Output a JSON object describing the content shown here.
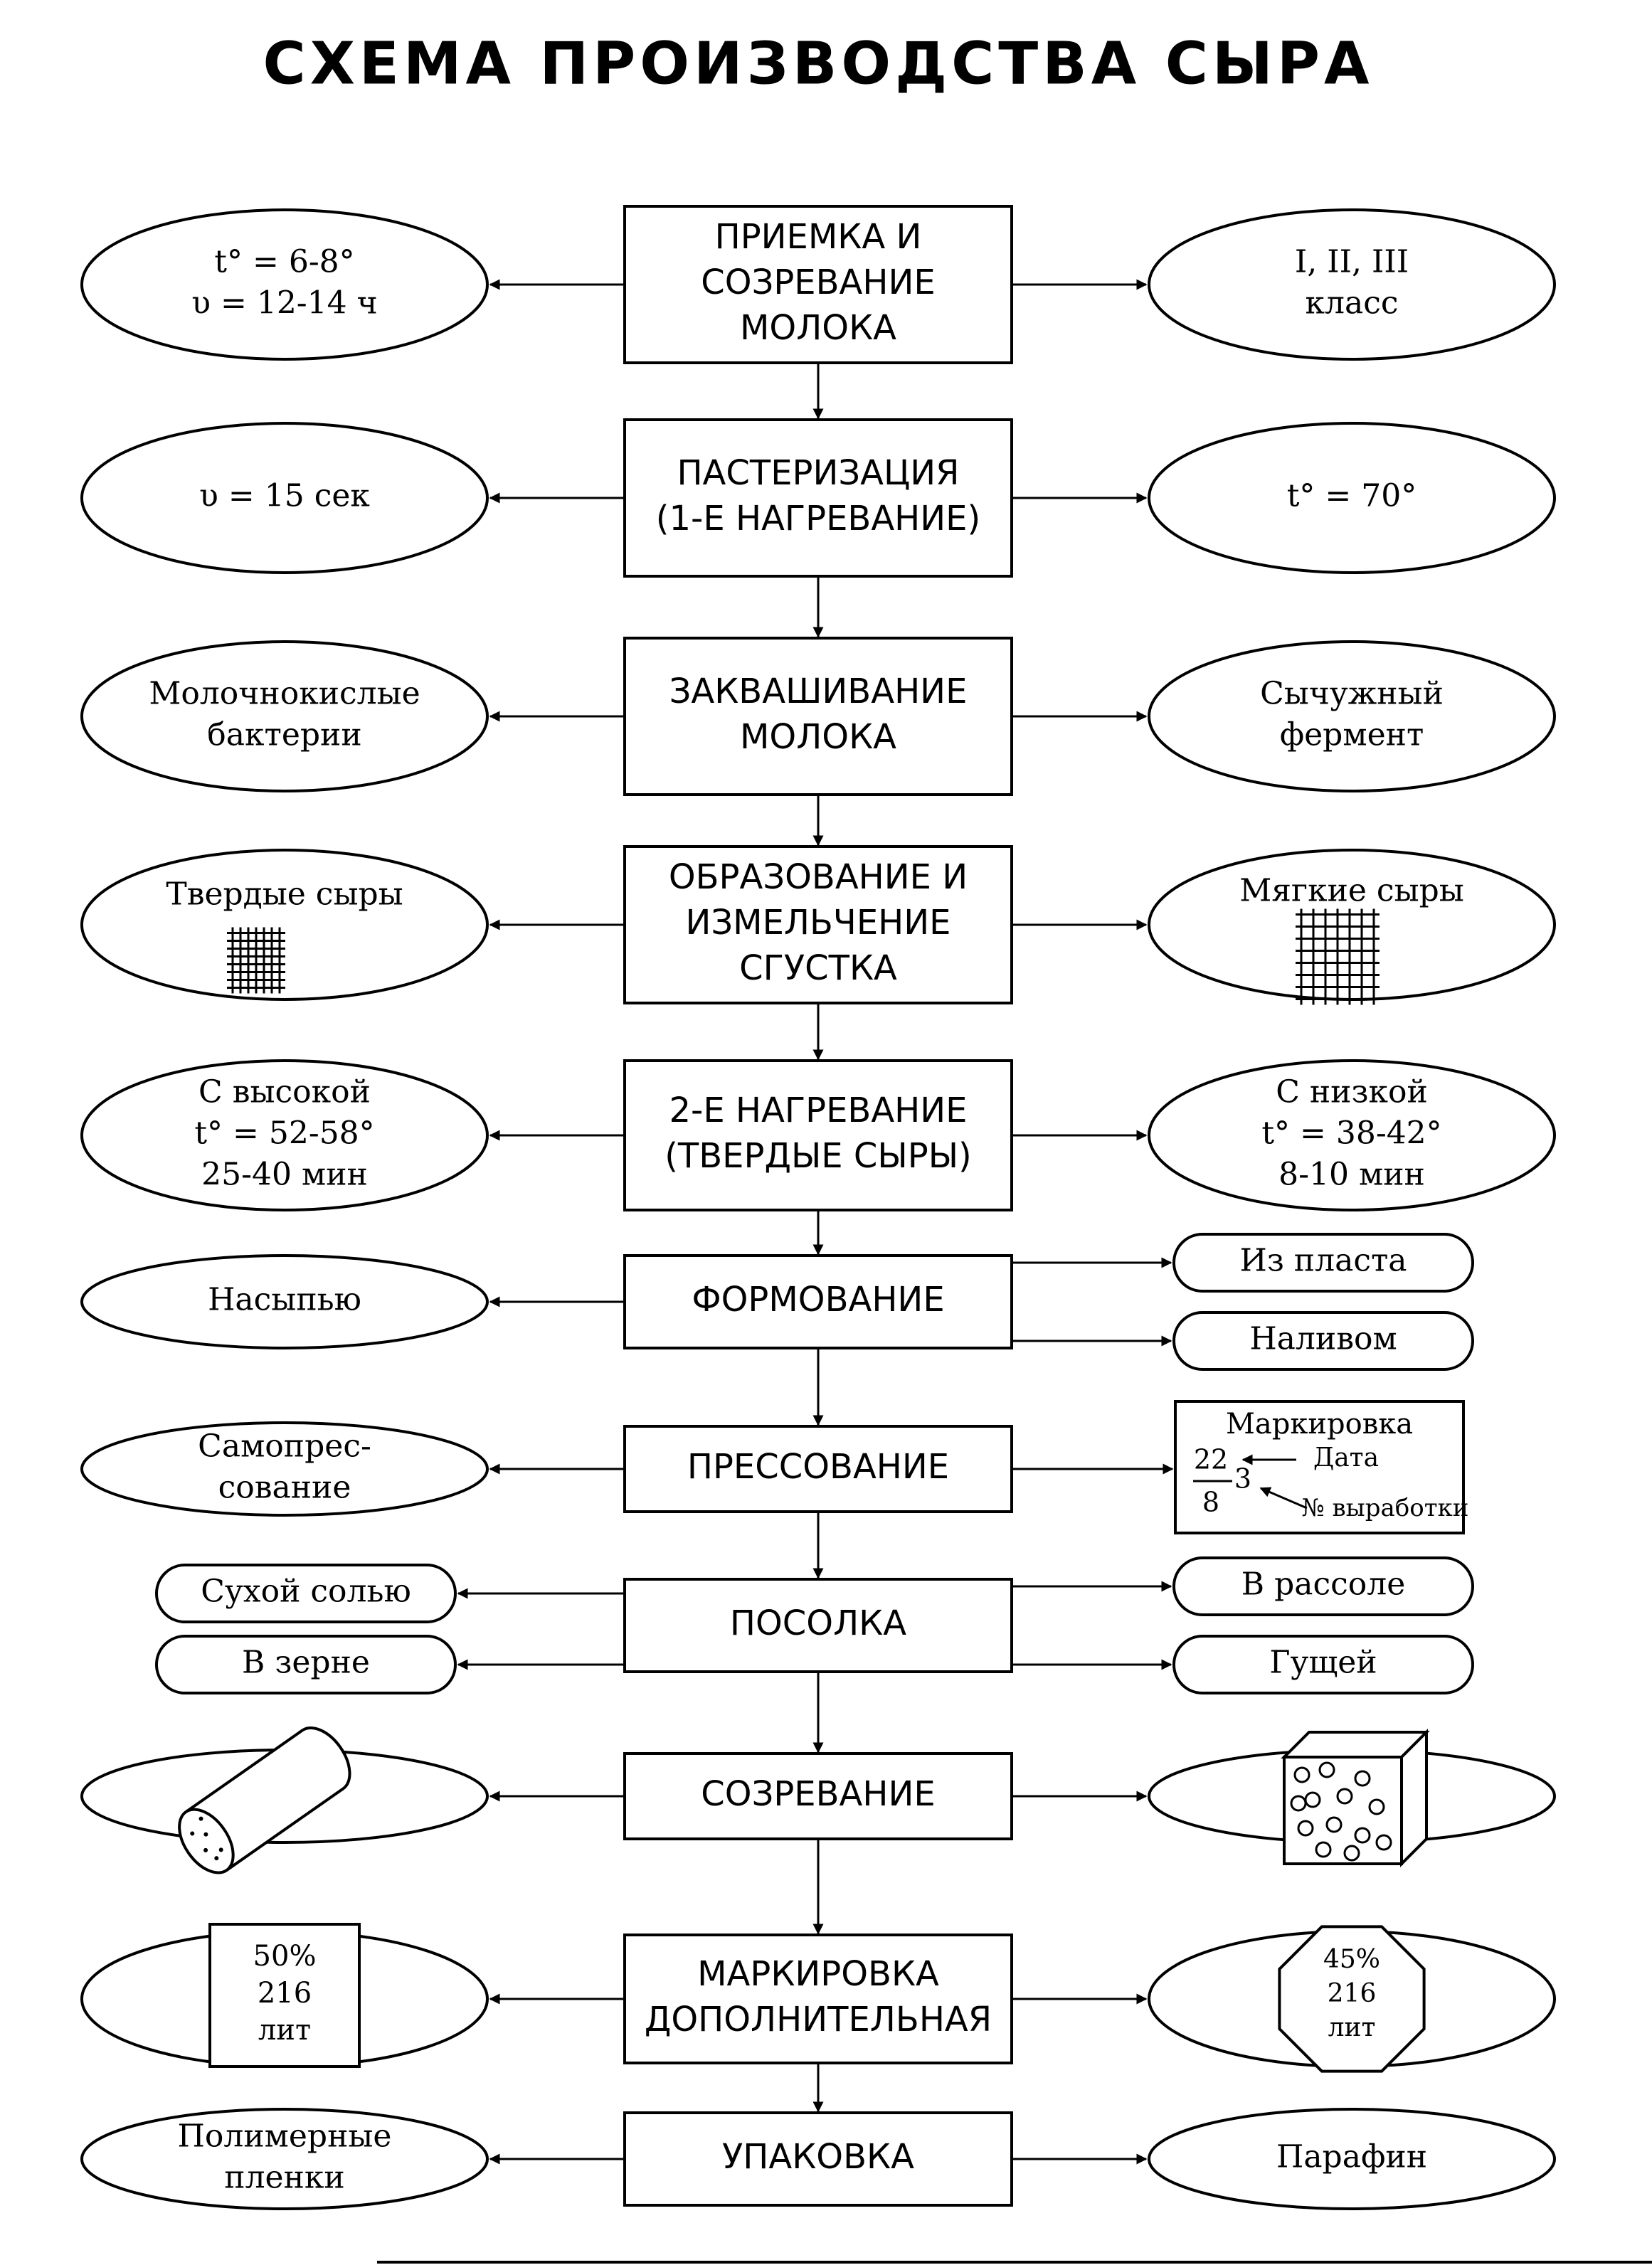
{
  "title": "СХЕМА ПРОИЗВОДСТВА СЫРА",
  "rows": [
    {
      "step": [
        "ПРИЕМКА И",
        "СОЗРЕВАНИЕ",
        "МОЛОКА"
      ],
      "left": {
        "lines": [
          "t° = 6-8°",
          "υ = 12-14 ч"
        ]
      },
      "right": {
        "lines": [
          "I, II, III",
          "класс"
        ]
      }
    },
    {
      "step": [
        "ПАСТЕРИЗАЦИЯ",
        "(1-Е НАГРЕВАНИЕ)"
      ],
      "left": {
        "lines": [
          "υ = 15 сек"
        ]
      },
      "right": {
        "lines": [
          "t° = 70°"
        ]
      }
    },
    {
      "step": [
        "ЗАКВАШИВАНИЕ",
        "МОЛОКА"
      ],
      "left": {
        "lines": [
          "Молочнокислые",
          "бактерии"
        ]
      },
      "right": {
        "lines": [
          "Сычужный",
          "фермент"
        ]
      }
    },
    {
      "step": [
        "ОБРАЗОВАНИЕ И",
        "ИЗМЕЛЬЧЕНИЕ",
        "СГУСТКА"
      ],
      "left": {
        "lines": [
          "Твердые сыры"
        ],
        "graphic": "small-grid-icon"
      },
      "right": {
        "lines": [
          "Мягкие сыры"
        ],
        "graphic": "large-grid-icon"
      }
    },
    {
      "step": [
        "2-Е НАГРЕВАНИЕ",
        "(ТВЕРДЫЕ СЫРЫ)"
      ],
      "left": {
        "lines": [
          "С высокой",
          "t° = 52-58°",
          "25-40 мин"
        ]
      },
      "right": {
        "lines": [
          "С низкой",
          "t° = 38-42°",
          "8-10 мин"
        ]
      }
    },
    {
      "step": [
        "ФОРМОВАНИЕ"
      ],
      "left": {
        "lines": [
          "Насыпью"
        ]
      },
      "right_top": "Из пласта",
      "right_bottom": "Наливом"
    },
    {
      "step": [
        "ПРЕССОВАНИЕ"
      ],
      "left": {
        "lines": [
          "Самопрес-",
          "сование"
        ]
      },
      "marking": {
        "title": "Маркировка",
        "day": "22",
        "month": "8",
        "number": "3",
        "date_label": "Дата",
        "batch_label": "№ выработки"
      }
    },
    {
      "step": [
        "ПОСОЛКА"
      ],
      "left_top": "Сухой солью",
      "left_bottom": "В зерне",
      "right_top": "В рассоле",
      "right_bottom": "Гущей"
    },
    {
      "step": [
        "СОЗРЕВАНИЕ"
      ],
      "left": {
        "lines": [],
        "graphic": "cylinder-cheese-icon"
      },
      "right": {
        "lines": [],
        "graphic": "block-cheese-icon"
      }
    },
    {
      "step": [
        "МАРКИРОВКА",
        "ДОПОЛНИТЕЛЬНАЯ"
      ],
      "left": {
        "lines": [],
        "graphic": "square-label-icon",
        "label": [
          "50%",
          "216",
          "лит"
        ]
      },
      "right": {
        "lines": [],
        "graphic": "octagon-label-icon",
        "label": [
          "45%",
          "216",
          "лит"
        ]
      }
    },
    {
      "step": [
        "УПАКОВКА"
      ],
      "left": {
        "lines": [
          "Полимерные",
          "пленки"
        ]
      },
      "right": {
        "lines": [
          "Парафин"
        ]
      }
    }
  ]
}
